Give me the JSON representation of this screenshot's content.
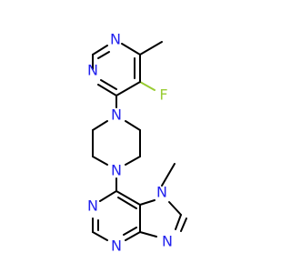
{
  "molecule": {
    "atom_labels": {
      "n_pyr_top": "N",
      "n_pyr_left": "N",
      "fluorine": "F",
      "n_pip_top": "N",
      "n_pip_bottom": "N",
      "methyl_n7": "N",
      "n_pur_left": "N",
      "n_pur_bottom": "N",
      "n_imid_right": "N"
    },
    "colors": {
      "nitrogen": "#2222ee",
      "fluorine": "#99cc33",
      "carbon_bond": "#000000",
      "background": "#ffffff"
    }
  }
}
